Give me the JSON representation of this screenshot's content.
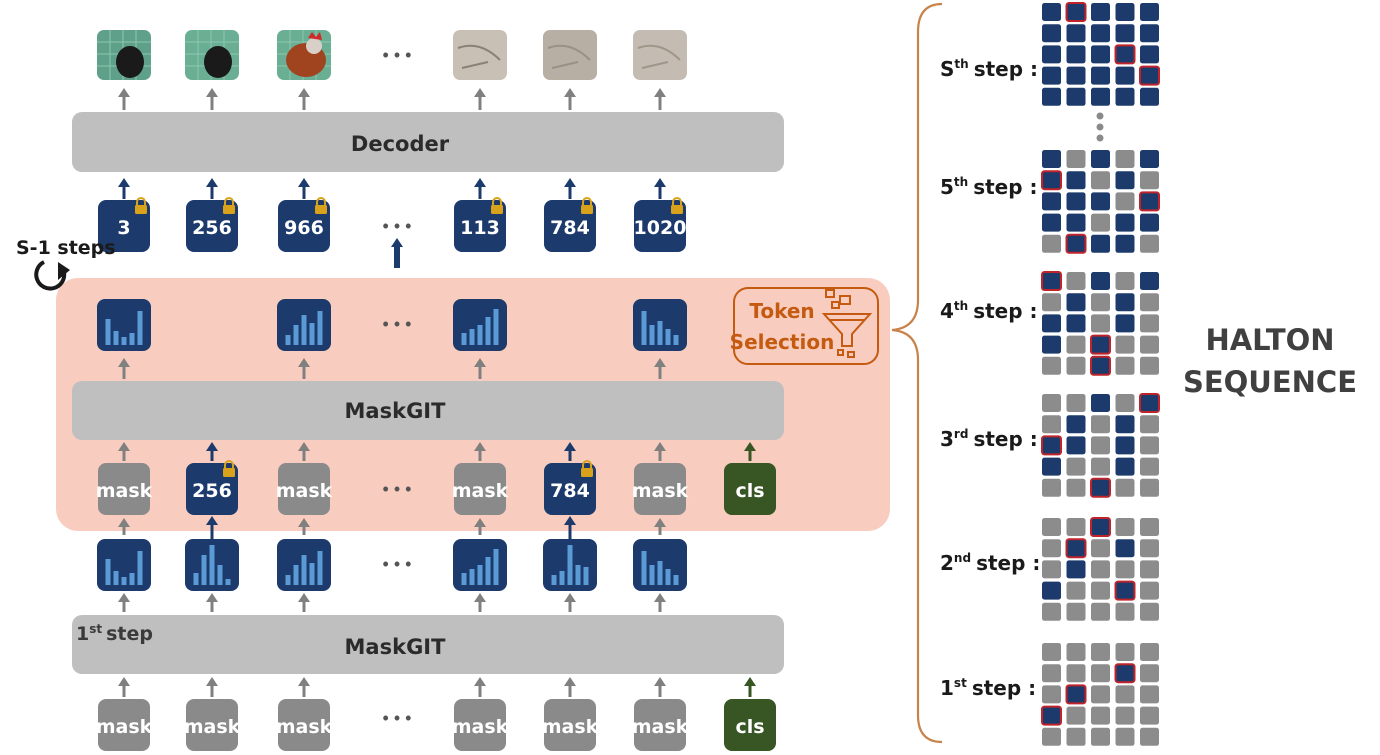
{
  "labels": {
    "decoder": "Decoder",
    "maskgit": "MaskGIT",
    "token_selection_line1": "Token",
    "token_selection_line2": "Selection",
    "s1_steps": "S-1 steps",
    "first_step_num": "1",
    "first_step_sup": "st",
    "first_step_word": "step",
    "halton_line1": "HALTON",
    "halton_line2": "SEQUENCE",
    "mask": "mask",
    "cls": "cls",
    "ellipsis": "• • •"
  },
  "output_tokens": [
    "3",
    "256",
    "966",
    "113",
    "784",
    "1020"
  ],
  "loop_input_tokens": [
    "mask",
    "256",
    "mask",
    "mask",
    "784",
    "mask",
    "cls"
  ],
  "first_input_tokens": [
    "mask",
    "mask",
    "mask",
    "mask",
    "mask",
    "mask",
    "cls"
  ],
  "step_labels": [
    {
      "num": "S",
      "sup": "th",
      "word": "step :"
    },
    {
      "num": "5",
      "sup": "th",
      "word": "step :"
    },
    {
      "num": "4",
      "sup": "th",
      "word": "step :"
    },
    {
      "num": "3",
      "sup": "rd",
      "word": "step :"
    },
    {
      "num": "2",
      "sup": "nd",
      "word": "step :"
    },
    {
      "num": "1",
      "sup": "st",
      "word": "step :"
    }
  ],
  "halton_grids": [
    {
      "blue": [
        0,
        1,
        2,
        3,
        4,
        5,
        6,
        7,
        8,
        9,
        10,
        11,
        12,
        13,
        14,
        15,
        16,
        17,
        18,
        19,
        20,
        21,
        22,
        23,
        24
      ],
      "red": [
        1,
        13,
        19
      ]
    },
    {
      "blue": [
        0,
        2,
        4,
        5,
        6,
        8,
        10,
        11,
        12,
        14,
        15,
        16,
        18,
        19,
        21,
        22,
        23
      ],
      "red": [
        5,
        14,
        21
      ]
    },
    {
      "blue": [
        0,
        2,
        4,
        6,
        8,
        10,
        11,
        13,
        15,
        17,
        22
      ],
      "red": [
        0,
        17,
        22
      ]
    },
    {
      "blue": [
        2,
        4,
        6,
        8,
        10,
        11,
        13,
        15,
        18,
        22
      ],
      "red": [
        4,
        10,
        22
      ]
    },
    {
      "blue": [
        2,
        6,
        8,
        11,
        15,
        18
      ],
      "red": [
        2,
        6,
        18
      ]
    },
    {
      "blue": [
        8,
        11,
        15
      ],
      "red": [
        8,
        11,
        15
      ]
    }
  ],
  "colors": {
    "navy": "#1c3a6b",
    "gray_block": "#bfbfbf",
    "gray_token": "#8a8a8a",
    "cls_green": "#375623",
    "salmon": "#f8cdbf",
    "orange": "#c55a11",
    "red_outline": "#c0242b",
    "lock": "#d9a21b",
    "bar_blue": "#5b9bd5"
  }
}
